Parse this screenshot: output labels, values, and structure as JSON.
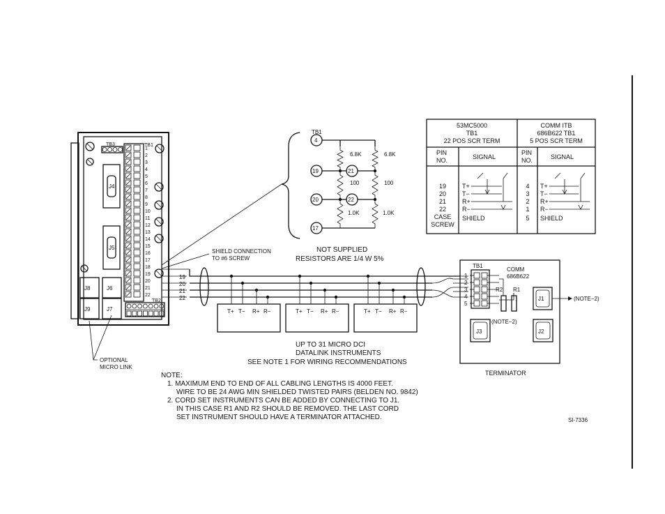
{
  "controller": {
    "tb3_label": "TB3",
    "tb1_label": "TB1",
    "tb2_label": "TB2",
    "jacks": [
      "J4",
      "J5",
      "J8",
      "J6",
      "J9",
      "J7"
    ],
    "terminal_numbers": [
      "1",
      "2",
      "3",
      "4",
      "5",
      "6",
      "7",
      "8",
      "9",
      "10",
      "11",
      "12",
      "13",
      "14",
      "15",
      "16",
      "17",
      "18",
      "19",
      "20",
      "21",
      "22"
    ]
  },
  "optional_link": [
    "OPTIONAL",
    "MICRO LINK"
  ],
  "shield_note": [
    "SHIELD CONNECTION",
    "TO #6 SCREW"
  ],
  "resistor_network": {
    "tb1_label": "TB1",
    "nodes": [
      "4",
      "19",
      "21",
      "20",
      "22",
      "17"
    ],
    "resistors": [
      "6.8K",
      "6.8K",
      "100",
      "100",
      "1.0K",
      "1.0K"
    ],
    "caption": [
      "NOT SUPPLIED",
      "RESISTORS ARE 1/4 W 5%"
    ]
  },
  "wiring_table": {
    "left_header": [
      "53MC5000",
      "TB1",
      "22 POS SCR TERM"
    ],
    "right_header": [
      "COMM ITB",
      "686B622  TB1",
      "5 POS SCR TERM"
    ],
    "col_pin": [
      "PIN",
      "NO."
    ],
    "col_signal": "SIGNAL",
    "left_pins": [
      "19",
      "20",
      "21",
      "22",
      "CASE",
      "SCREW"
    ],
    "left_signals": [
      "T+",
      "T−",
      "R+",
      "R−",
      "SHIELD"
    ],
    "right_pins": [
      "4",
      "3",
      "2",
      "1",
      "5"
    ],
    "right_signals": [
      "T+",
      "T−",
      "R+",
      "R−",
      "SHIELD"
    ]
  },
  "bus_line_labels": [
    "19",
    "20",
    "21",
    "22"
  ],
  "instruments": {
    "terminals": [
      "T+",
      "T−",
      "R+",
      "R−"
    ],
    "caption": [
      "UP TO 31 MICRO DCI",
      "DATALINK INSTRUMENTS",
      "SEE NOTE 1 FOR WIRING RECOMMENDATIONS"
    ]
  },
  "terminator": {
    "tb1_label": "TB1",
    "comm": [
      "COMM",
      "686B622"
    ],
    "terminals": [
      "1",
      "2",
      "3",
      "4",
      "5"
    ],
    "r2": "R2",
    "r1": "R1",
    "note2_inner": "(NOTE−2)",
    "note2_outer": "(NOTE−2)",
    "jacks": [
      "J1",
      "J3",
      "J2"
    ],
    "caption": "TERMINATOR"
  },
  "notes": {
    "heading": "NOTE:",
    "lines": [
      "1. MAXIMUM END TO END OF ALL CABLING LENGTHS IS 4000 FEET.",
      "WIRE TO BE 24 AWG MIN SHIELDED TWISTED PAIRS (BELDEN NO. 9842)",
      "2. CORD SET INSTRUMENTS CAN BE ADDED BY CONNECTING TO J1.",
      "IN THIS CASE R1 AND R2 SHOULD BE REMOVED. THE LAST CORD",
      "SET INSTRUMENT SHOULD HAVE A TERMINATOR ATTACHED."
    ]
  },
  "drawing_id": "SI-7336"
}
